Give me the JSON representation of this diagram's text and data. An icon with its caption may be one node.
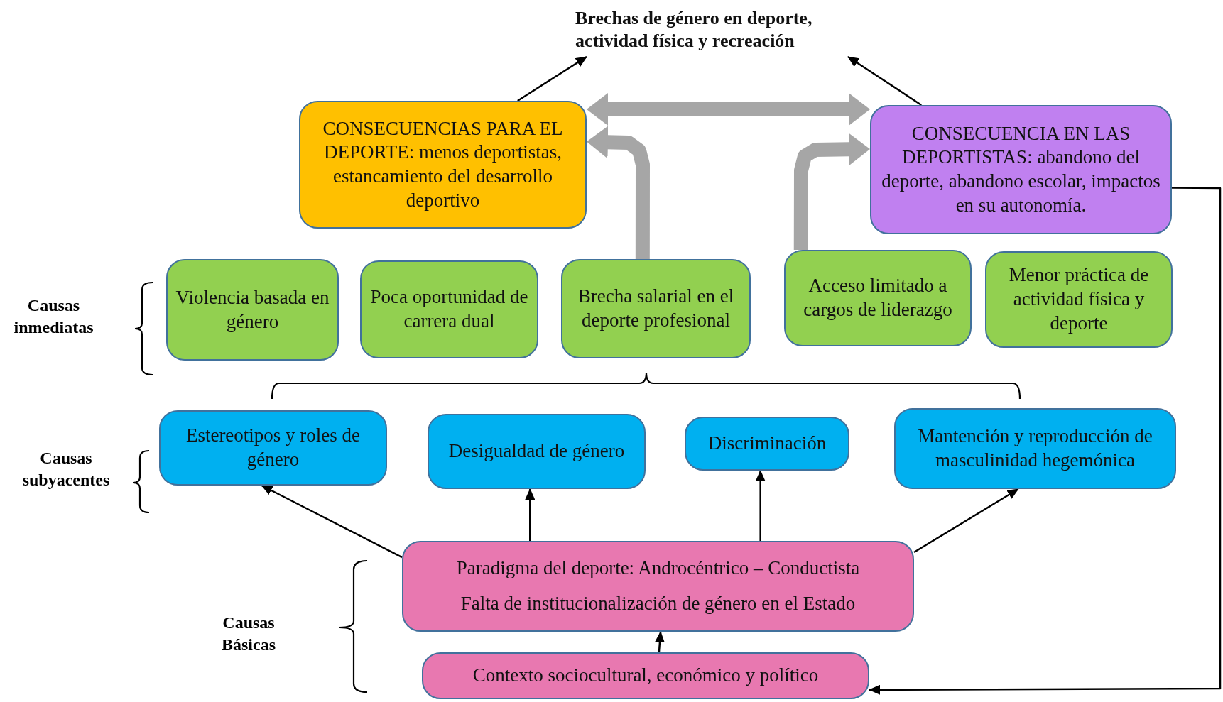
{
  "diagram": {
    "nodes": [
      {
        "text": [
          "Brechas de género en deporte, actividad física y recreación"
        ]
      },
      {
        "text": [
          "CONSECUENCIAS PARA EL DEPORTE: menos deportistas, estancamiento del desarrollo deportivo"
        ]
      },
      {
        "text": [
          "CONSECUENCIA EN LAS DEPORTISTAS: abandono del deporte, abandono escolar, impactos en su autonomía."
        ]
      },
      {
        "text": [
          "Violencia basada en género"
        ]
      },
      {
        "text": [
          "Poca oportunidad de carrera dual"
        ]
      },
      {
        "text": [
          "Brecha salarial en el deporte profesional"
        ]
      },
      {
        "text": [
          "Acceso limitado a cargos de liderazgo"
        ]
      },
      {
        "text": [
          "Menor práctica de actividad física y deporte"
        ]
      },
      {
        "text": [
          "Estereotipos y roles de género"
        ]
      },
      {
        "text": [
          "Desigualdad de género"
        ]
      },
      {
        "text": [
          "Discriminación"
        ]
      },
      {
        "text": [
          "Mantención y reproducción de masculinidad hegemónica"
        ]
      },
      {
        "text": [
          "Paradigma del deporte: Androcéntrico – Conductista",
          "Falta de institucionalización de género en el Estado"
        ]
      },
      {
        "text": [
          "Contexto sociocultural, económico y político"
        ]
      }
    ],
    "edges": [
      {
        "from": 1,
        "to": 0,
        "arrow": "to"
      },
      {
        "from": 2,
        "to": 0,
        "arrow": "to"
      },
      {
        "from": 5,
        "to": 1,
        "arrow": "to",
        "style": "thick",
        "color": "#a6a6a6"
      },
      {
        "from": 1,
        "to": 2,
        "arrow": "both",
        "style": "thick",
        "color": "#a6a6a6"
      },
      {
        "from": 6,
        "to": 2,
        "arrow": "to",
        "style": "thick",
        "color": "#a6a6a6"
      },
      {
        "from": 12,
        "to": 8,
        "arrow": "to"
      },
      {
        "from": 12,
        "to": 9,
        "arrow": "to"
      },
      {
        "from": 12,
        "to": 10,
        "arrow": "to"
      },
      {
        "from": 12,
        "to": 11,
        "arrow": "to"
      },
      {
        "from": 13,
        "to": 12,
        "arrow": "to"
      },
      {
        "from": 2,
        "to": 13,
        "arrow": "to"
      }
    ],
    "labels": [
      "Causas inmediatas",
      "Causas subyacentes",
      "Causas Básicas"
    ]
  }
}
